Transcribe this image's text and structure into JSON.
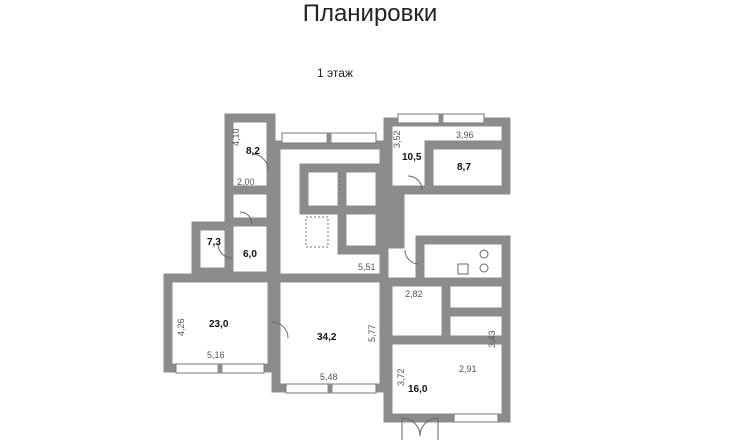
{
  "header": {
    "title": "Планировки",
    "floor_label": "1 этаж"
  },
  "rooms": {
    "r1": "8,2",
    "r2": "10,5",
    "r3": "8,7",
    "r4": "7,3",
    "r5": "6,0",
    "r6": "23,0",
    "r7": "34,2",
    "r8": "16,0"
  },
  "dimensions": {
    "d1": "4,10",
    "d2": "2,00",
    "d3": "3,52",
    "d4": "3,96",
    "d5": "5,51",
    "d6": "2,82",
    "d7": "4,26",
    "d8": "5,16",
    "d9": "5,77",
    "d10": "5,48",
    "d11": "3,43",
    "d12": "3,72",
    "d13": "2,91"
  },
  "colors": {
    "wall": "#8c8c8c",
    "background": "#ffffff"
  }
}
